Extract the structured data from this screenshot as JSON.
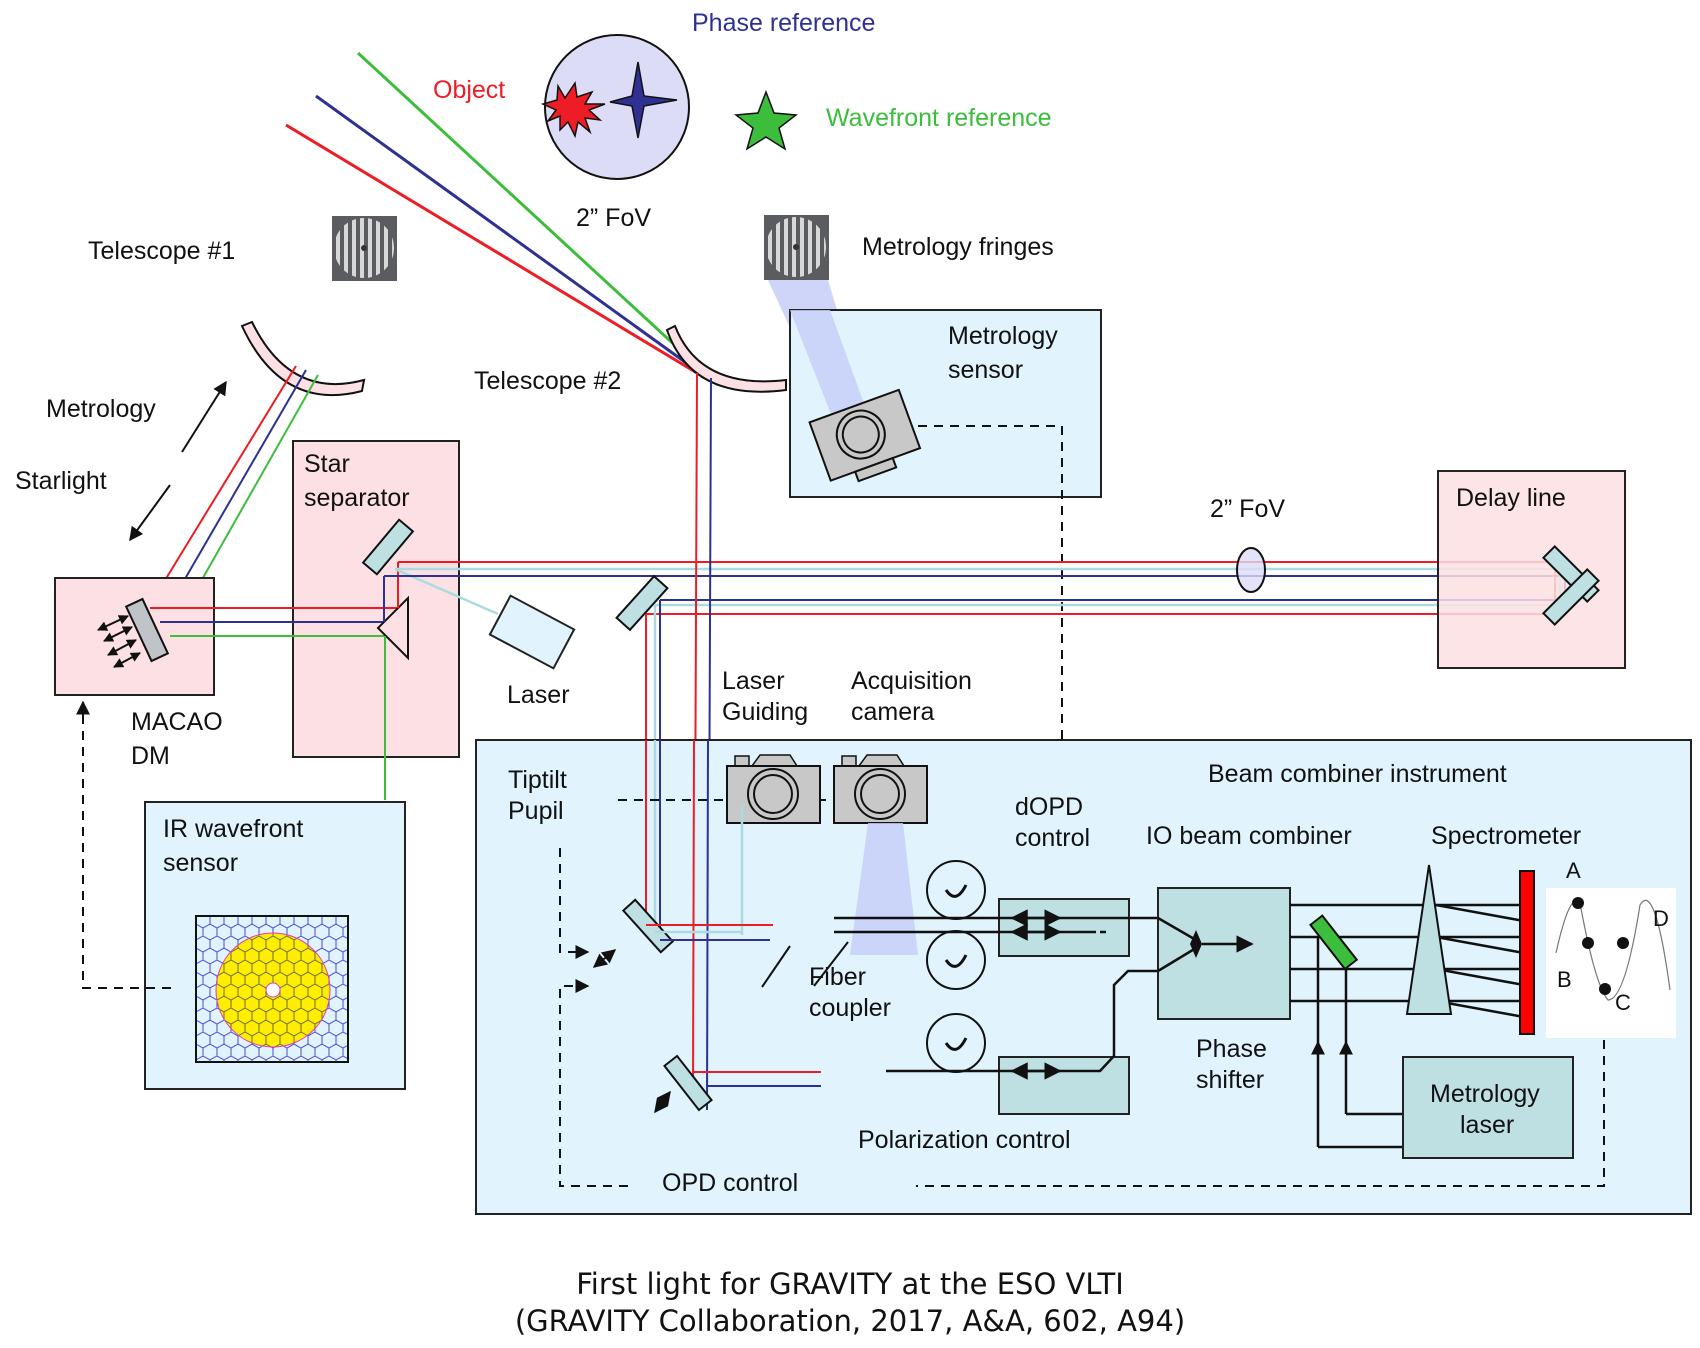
{
  "labels": {
    "phase_reference": "Phase reference",
    "object": "Object",
    "wavefront_reference": "Wavefront reference",
    "fov_top": "2” FoV",
    "fov_beam": "2” FoV",
    "telescope1": "Telescope #1",
    "telescope2": "Telescope #2",
    "metrology_fringes": "Metrology fringes",
    "metrology_sensor_line1": "Metrology",
    "metrology_sensor_line2": "sensor",
    "metrology": "Metrology",
    "starlight": "Starlight",
    "star_separator_line1": "Star",
    "star_separator_line2": "separator",
    "delay_line": "Delay line",
    "macao_line1": "MACAO",
    "macao_line2": "DM",
    "laser": "Laser",
    "laser_guiding_line1": "Laser",
    "laser_guiding_line2": "Guiding",
    "acquisition_line1": "Acquisition",
    "acquisition_line2": "camera",
    "ir_wfs_line1": "IR wavefront",
    "ir_wfs_line2": "sensor",
    "beam_combiner_instrument": "Beam combiner instrument",
    "tiptilt": "Tiptilt",
    "pupil": "Pupil",
    "dopd_line1": "dOPD",
    "dopd_line2": "control",
    "io_beam_combiner": "IO beam combiner",
    "spectrometer": "Spectrometer",
    "fiber_coupler_line1": "Fiber",
    "fiber_coupler_line2": "coupler",
    "phase_shifter_line1": "Phase",
    "phase_shifter_line2": "shifter",
    "metrology_laser_line1": "Metrology",
    "metrology_laser_line2": "laser",
    "polarization_control": "Polarization control",
    "opd_control": "OPD control",
    "abcd_a": "A",
    "abcd_b": "B",
    "abcd_c": "C",
    "abcd_d": "D"
  },
  "caption": {
    "line1": "First light for GRAVITY at the ESO VLTI",
    "line2": "(GRAVITY Collaboration, 2017, A&A, 602, A94)"
  },
  "colors": {
    "object": "#ee1c25",
    "phase_reference": "#2e3192",
    "wavefront_reference": "#3cbd3c",
    "metrology_laser": "#a9dbe0"
  }
}
